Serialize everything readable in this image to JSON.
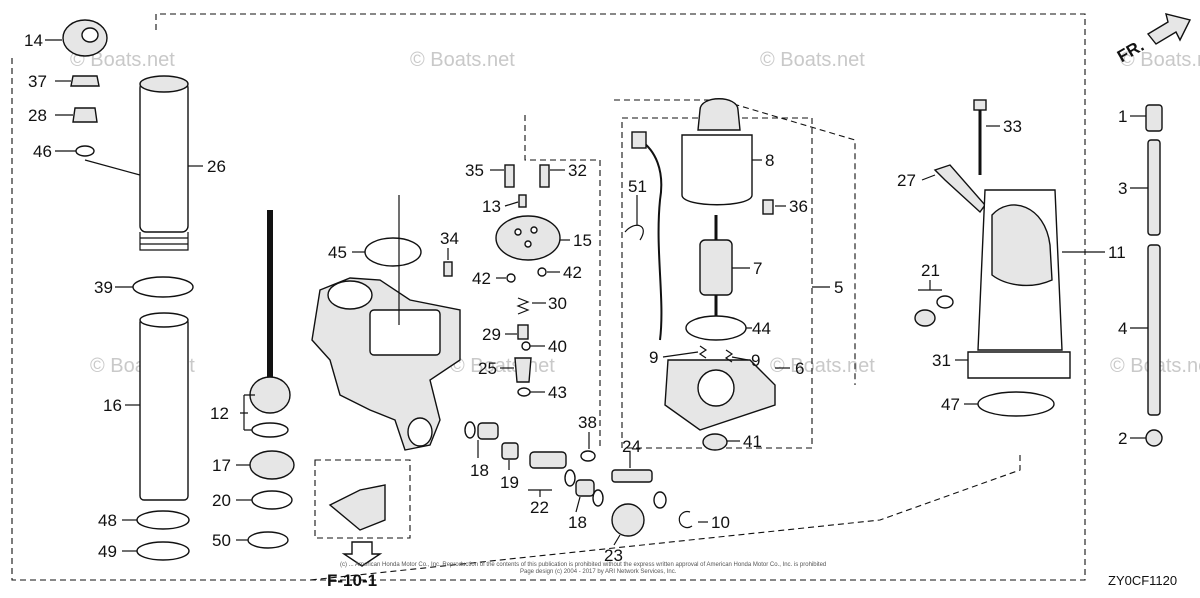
{
  "watermark": "© Boats.net",
  "diagram_code": "ZY0CF1120",
  "front_indicator": "FR.",
  "reference": "F-10-1",
  "copyright_line1": "(c) ... American Honda Motor Co., Inc. Reproduction of the contents of this publication is prohibited without the express written approval of American Honda Motor Co., Inc. is prohibited",
  "copyright_line2": "Page design (c) 2004 - 2017 by ARI Network Services, Inc.",
  "callouts": {
    "c1": "1",
    "c2": "2",
    "c3": "3",
    "c4": "4",
    "c5": "5",
    "c6": "6",
    "c7": "7",
    "c8": "8",
    "c9a": "9",
    "c9b": "9",
    "c10": "10",
    "c11": "11",
    "c12": "12",
    "c13": "13",
    "c14": "14",
    "c15": "15",
    "c16": "16",
    "c17": "17",
    "c18a": "18",
    "c18b": "18",
    "c19": "19",
    "c20": "20",
    "c21": "21",
    "c22": "22",
    "c23": "23",
    "c24": "24",
    "c25": "25",
    "c26": "26",
    "c27": "27",
    "c28": "28",
    "c29": "29",
    "c30": "30",
    "c31": "31",
    "c32": "32",
    "c33": "33",
    "c34": "34",
    "c35": "35",
    "c36": "36",
    "c37": "37",
    "c38": "38",
    "c39": "39",
    "c40": "40",
    "c41": "41",
    "c42a": "42",
    "c42b": "42",
    "c43": "43",
    "c44": "44",
    "c45": "45",
    "c46": "46",
    "c47": "47",
    "c48": "48",
    "c49": "49",
    "c50": "50",
    "c51": "51"
  }
}
